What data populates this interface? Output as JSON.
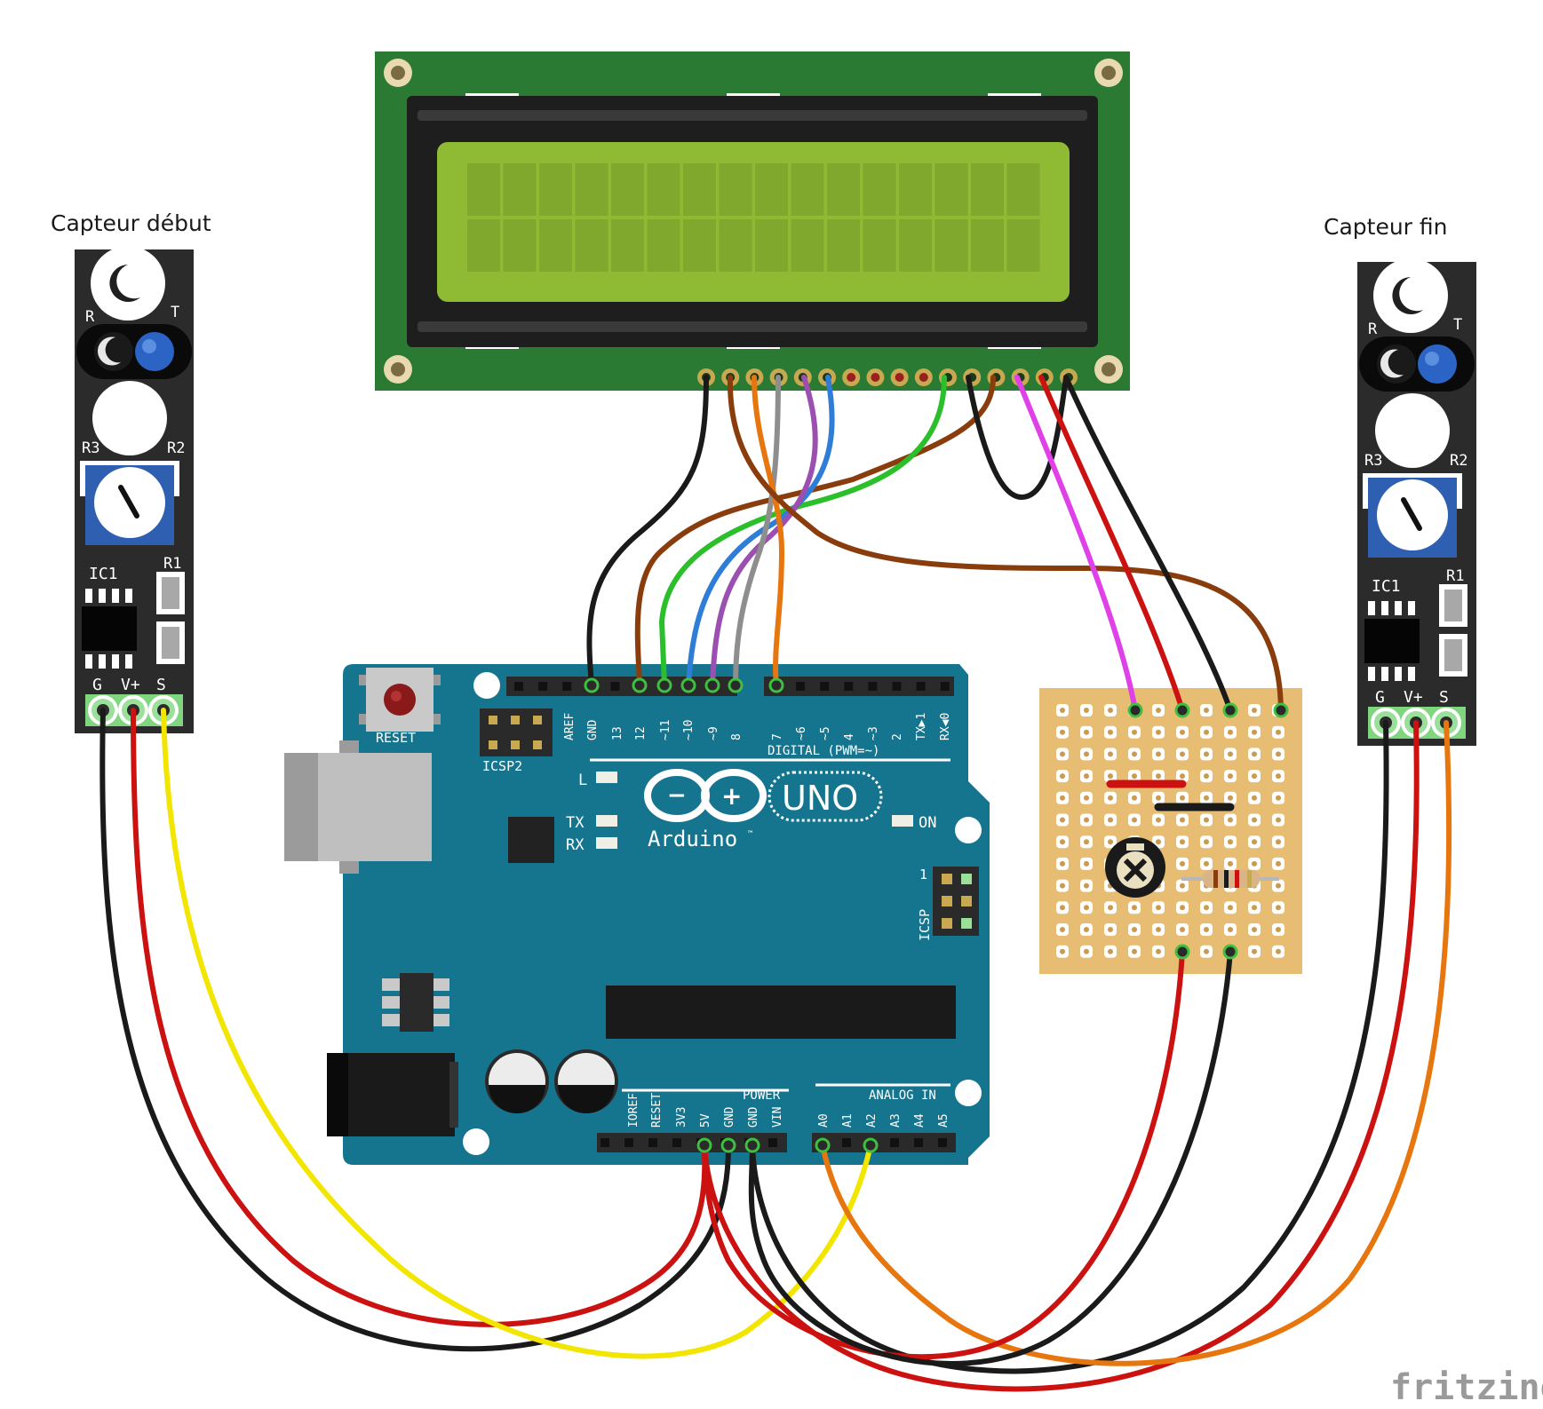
{
  "labels": {
    "sensor_left": "Capteur début",
    "sensor_right": "Capteur fin",
    "watermark": "fritzing"
  },
  "sensor_silk": {
    "r": "R",
    "t": "T",
    "r3": "R3",
    "r2": "R2",
    "r1": "R1",
    "ic1": "IC1",
    "g": "G",
    "vplus": "V+",
    "s": "S"
  },
  "arduino": {
    "reset": "RESET",
    "icsp2": "ICSP2",
    "icsp": "ICSP",
    "icsp_pin1": "1",
    "digital_title": "DIGITAL (PWM=~)",
    "digital_pins": [
      "AREF",
      "GND",
      "13",
      "12",
      "~11",
      "~10",
      "~9",
      "8",
      "7",
      "~6",
      "~5",
      "4",
      "~3",
      "2",
      "TX▶1",
      "RX◀0"
    ],
    "led_l": "L",
    "led_tx": "TX",
    "led_rx": "RX",
    "led_on": "ON",
    "logo_minus": "−",
    "logo_plus": "+",
    "uno": "UNO",
    "brand": "Arduino",
    "tm": "™",
    "power_title": "POWER",
    "power_pins": [
      "IOREF",
      "RESET",
      "3V3",
      "5V",
      "GND",
      "GND",
      "VIN"
    ],
    "analog_title": "ANALOG IN",
    "analog_pins": [
      "A0",
      "A1",
      "A2",
      "A3",
      "A4",
      "A5"
    ]
  },
  "colors": {
    "lcd_pcb": "#2a7a33",
    "lcd_screen": "#8fba33",
    "arduino_board": "#15758f",
    "perfboard": "#e7bd73",
    "sensor_pcb": "#2b2b2b",
    "wire_black": "#1a1a1a",
    "wire_red": "#cc1111",
    "wire_yellow": "#f2e600",
    "wire_orange": "#e8760e",
    "wire_brown": "#8a3d0c",
    "wire_gray": "#8e8e8e",
    "wire_purple": "#9b4fb0",
    "wire_blue": "#2e7dd6",
    "wire_green": "#2bbf2b",
    "wire_magenta": "#e040e8"
  },
  "icons": {
    "logo": "arduino-infinity-logo",
    "usb": "usb-connector-icon",
    "dc_jack": "dc-jack-icon",
    "potentiometer": "trimmer-potentiometer-icon",
    "resistor": "resistor-icon"
  }
}
